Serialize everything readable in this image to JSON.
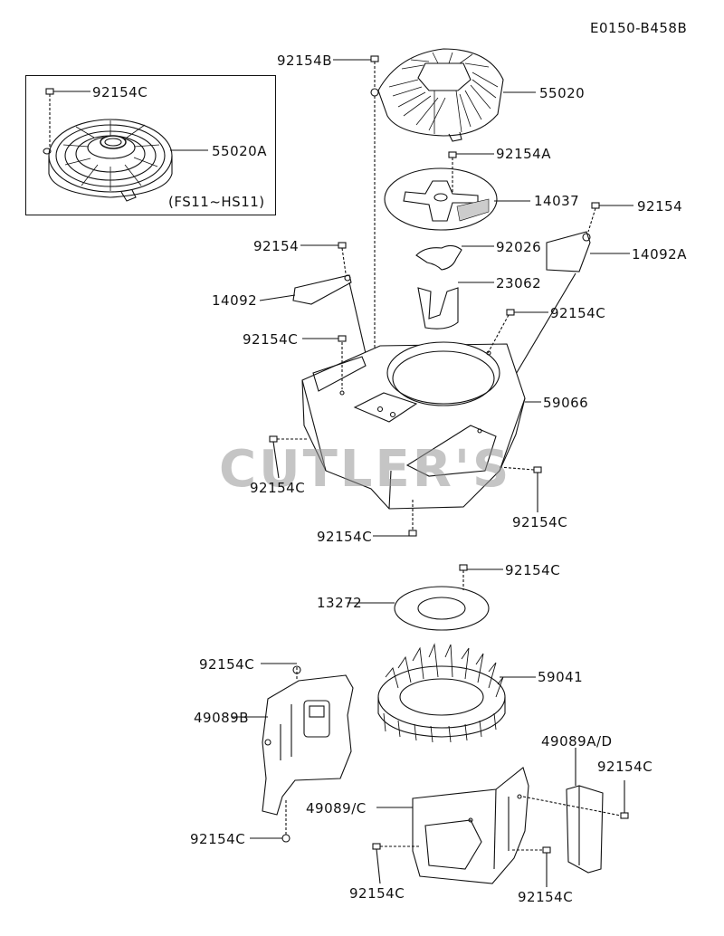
{
  "diagram_code": "E0150-B458B",
  "watermark": "CUTLER'S",
  "inset_note": "(FS11~HS11)",
  "parts": {
    "p55020": "55020",
    "p55020A": "55020A",
    "p14037": "14037",
    "p14092A": "14092A",
    "p14092": "14092",
    "p92026": "92026",
    "p23062": "23062",
    "p59066": "59066",
    "p13272": "13272",
    "p59041": "59041",
    "p49089B": "49089B",
    "p49089C": "49089/C",
    "p49089AD": "49089A/D",
    "p92154": "92154",
    "p92154A": "92154A",
    "p92154B": "92154B",
    "p92154C": "92154C"
  },
  "colors": {
    "line": "#111111",
    "fill": "#ffffff",
    "shade": "#e6e6e6"
  }
}
